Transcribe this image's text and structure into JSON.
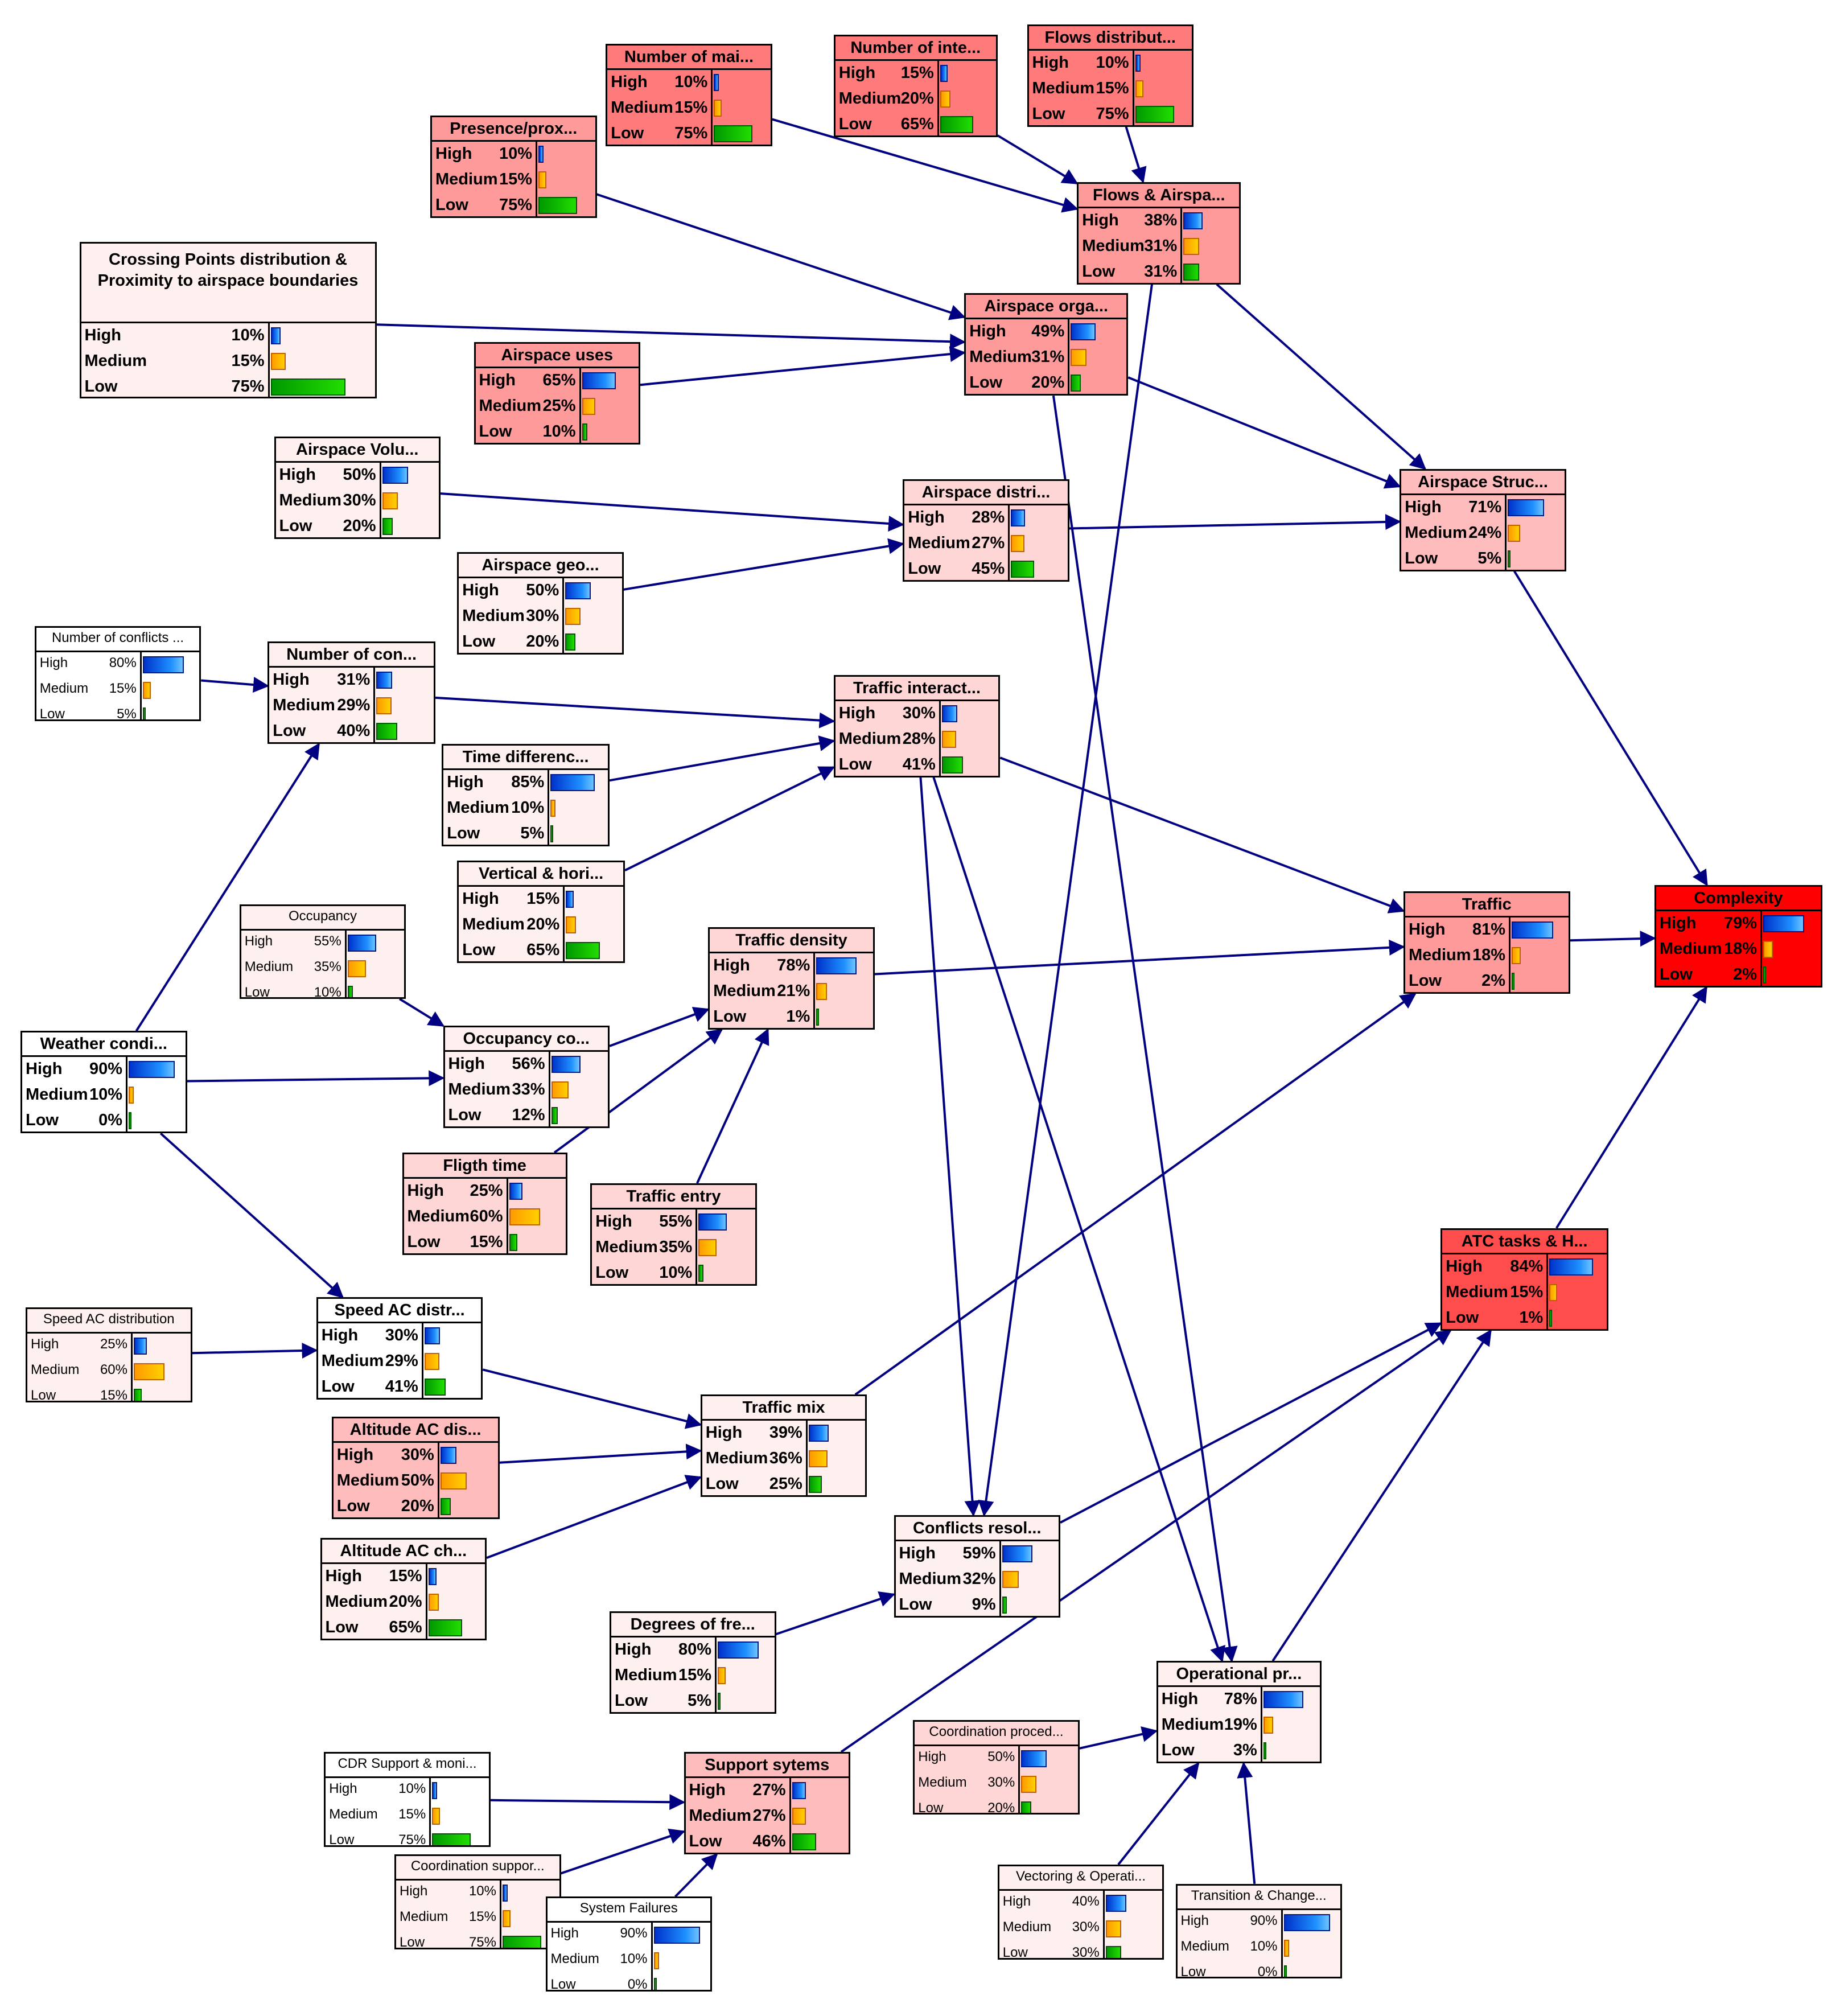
{
  "labels": {
    "high": "High",
    "medium": "Medium",
    "low": "Low"
  },
  "colors": {
    "c0": "#ffffff",
    "c1": "#fff0f0",
    "c2": "#ffd6d6",
    "c3": "#ffbcbc",
    "c4": "#ff9a9a",
    "c5": "#ff7b7b",
    "c6": "#ff4c4c",
    "c7": "#ff0000",
    "edge": "#000080"
  },
  "nodes": [
    {
      "id": "num_main",
      "title": "Number of mai...",
      "values": [
        10,
        15,
        75
      ],
      "tint": "c5"
    },
    {
      "id": "num_inter",
      "title": "Number of inte...",
      "values": [
        15,
        20,
        65
      ],
      "tint": "c5"
    },
    {
      "id": "flows_dist",
      "title": "Flows distribut...",
      "values": [
        10,
        15,
        75
      ],
      "tint": "c5"
    },
    {
      "id": "presence",
      "title": "Presence/prox...",
      "values": [
        10,
        15,
        75
      ],
      "tint": "c4"
    },
    {
      "id": "flows_airspace",
      "title": "Flows & Airspa...",
      "values": [
        38,
        31,
        31
      ],
      "tint": "c4"
    },
    {
      "id": "crossing",
      "title": "Crossing Points distribution & Proximity to airspace boundaries",
      "values": [
        10,
        15,
        75
      ],
      "tint": "c1"
    },
    {
      "id": "airspace_org",
      "title": "Airspace orga...",
      "values": [
        49,
        31,
        20
      ],
      "tint": "c4"
    },
    {
      "id": "airspace_uses",
      "title": "Airspace uses",
      "values": [
        65,
        25,
        10
      ],
      "tint": "c4"
    },
    {
      "id": "airspace_vol",
      "title": "Airspace Volu...",
      "values": [
        50,
        30,
        20
      ],
      "tint": "c1"
    },
    {
      "id": "airspace_distri",
      "title": "Airspace distri...",
      "values": [
        28,
        27,
        45
      ],
      "tint": "c2"
    },
    {
      "id": "airspace_struc",
      "title": "Airspace Struc...",
      "values": [
        71,
        24,
        5
      ],
      "tint": "c3"
    },
    {
      "id": "airspace_geo",
      "title": "Airspace geo...",
      "values": [
        50,
        30,
        20
      ],
      "tint": "c1"
    },
    {
      "id": "num_conf_dist",
      "title": "Number of conflicts ...",
      "values": [
        80,
        15,
        5
      ],
      "tint": "c0"
    },
    {
      "id": "num_con",
      "title": "Number of con...",
      "values": [
        31,
        29,
        40
      ],
      "tint": "c1"
    },
    {
      "id": "traffic_inter",
      "title": "Traffic interact...",
      "values": [
        30,
        28,
        41
      ],
      "tint": "c2"
    },
    {
      "id": "time_diff",
      "title": "Time differenc...",
      "values": [
        85,
        10,
        5
      ],
      "tint": "c1"
    },
    {
      "id": "vert_hori",
      "title": "Vertical & hori...",
      "values": [
        15,
        20,
        65
      ],
      "tint": "c1"
    },
    {
      "id": "occupancy",
      "title": "Occupancy",
      "values": [
        55,
        35,
        10
      ],
      "tint": "c1"
    },
    {
      "id": "traffic_density",
      "title": "Traffic density",
      "values": [
        78,
        21,
        1
      ],
      "tint": "c2"
    },
    {
      "id": "traffic",
      "title": "Traffic",
      "values": [
        81,
        18,
        2
      ],
      "tint": "c4"
    },
    {
      "id": "complexity",
      "title": "Complexity",
      "values": [
        79,
        18,
        2
      ],
      "tint": "c7"
    },
    {
      "id": "weather",
      "title": "Weather condi...",
      "values": [
        90,
        10,
        0
      ],
      "tint": "c0"
    },
    {
      "id": "occupancy_co",
      "title": "Occupancy co...",
      "values": [
        56,
        33,
        12
      ],
      "tint": "c1"
    },
    {
      "id": "flight_time",
      "title": "Fligth time",
      "values": [
        25,
        60,
        15
      ],
      "tint": "c2"
    },
    {
      "id": "traffic_entry",
      "title": "Traffic entry",
      "values": [
        55,
        35,
        10
      ],
      "tint": "c2"
    },
    {
      "id": "atc_tasks",
      "title": "ATC tasks & H...",
      "values": [
        84,
        15,
        1
      ],
      "tint": "c6"
    },
    {
      "id": "speed_dist_in",
      "title": "Speed AC distribution",
      "values": [
        25,
        60,
        15
      ],
      "tint": "c1"
    },
    {
      "id": "speed_distr",
      "title": "Speed AC distr...",
      "values": [
        30,
        29,
        41
      ],
      "tint": "c0"
    },
    {
      "id": "traffic_mix",
      "title": "Traffic mix",
      "values": [
        39,
        36,
        25
      ],
      "tint": "c1"
    },
    {
      "id": "altitude_dis",
      "title": "Altitude AC dis...",
      "values": [
        30,
        50,
        20
      ],
      "tint": "c3"
    },
    {
      "id": "altitude_ch",
      "title": "Altitude AC ch...",
      "values": [
        15,
        20,
        65
      ],
      "tint": "c1"
    },
    {
      "id": "conflicts_resol",
      "title": "Conflicts resol...",
      "values": [
        59,
        32,
        9
      ],
      "tint": "c1"
    },
    {
      "id": "degrees_free",
      "title": "Degrees of fre...",
      "values": [
        80,
        15,
        5
      ],
      "tint": "c1"
    },
    {
      "id": "operational",
      "title": "Operational pr...",
      "values": [
        78,
        19,
        3
      ],
      "tint": "c1"
    },
    {
      "id": "coord_proced",
      "title": "Coordination proced...",
      "values": [
        50,
        30,
        20
      ],
      "tint": "c2"
    },
    {
      "id": "cdr_support",
      "title": "CDR Support & moni...",
      "values": [
        10,
        15,
        75
      ],
      "tint": "c0"
    },
    {
      "id": "support_systems",
      "title": "Support sytems",
      "values": [
        27,
        27,
        46
      ],
      "tint": "c3"
    },
    {
      "id": "coord_support",
      "title": "Coordination suppor...",
      "values": [
        10,
        15,
        75
      ],
      "tint": "c1"
    },
    {
      "id": "system_failures",
      "title": "System Failures",
      "values": [
        90,
        10,
        0
      ],
      "tint": "c0"
    },
    {
      "id": "vectoring",
      "title": "Vectoring & Operati...",
      "values": [
        40,
        30,
        30
      ],
      "tint": "c1"
    },
    {
      "id": "transition",
      "title": "Transition & Change...",
      "values": [
        90,
        10,
        0
      ],
      "tint": "c1"
    }
  ]
}
